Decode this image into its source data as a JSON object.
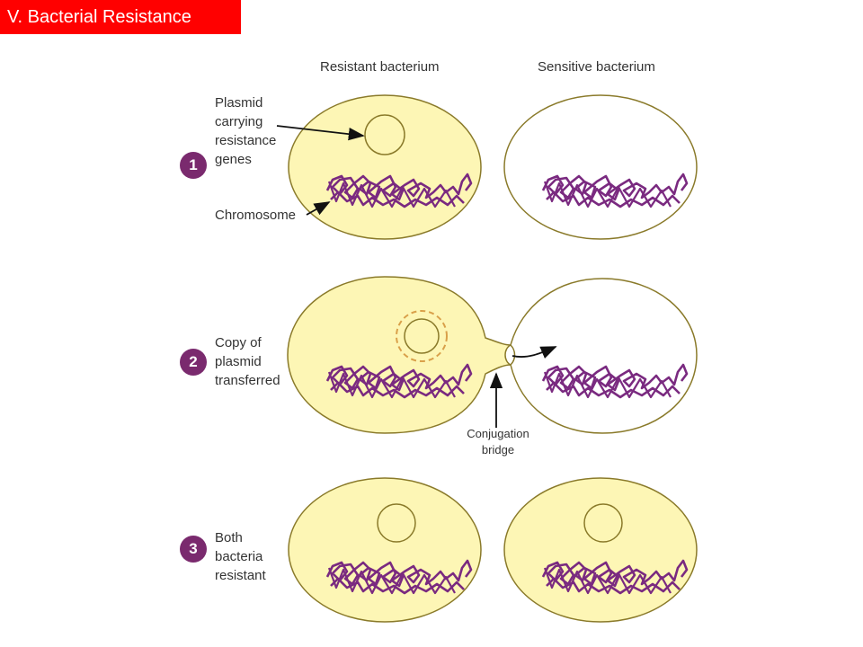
{
  "title": "V. Bacterial Resistance",
  "columns": {
    "resistant": "Resistant bacterium",
    "sensitive": "Sensitive bacterium"
  },
  "steps": [
    {
      "number": "1",
      "labels": [
        "Plasmid",
        "carrying",
        "resistance",
        "genes"
      ],
      "chromosome_label": "Chromosome"
    },
    {
      "number": "2",
      "labels": [
        "Copy of",
        "plasmid",
        "transferred"
      ],
      "bridge_label": [
        "Conjugation",
        "bridge"
      ]
    },
    {
      "number": "3",
      "labels": [
        "Both",
        "bacteria",
        "resistant"
      ]
    }
  ],
  "colors": {
    "cell_fill": "#fdf6b5",
    "cell_stroke": "#8a7a2a",
    "chromosome": "#7a2a80",
    "plasmid_dash": "#d9a04a",
    "badge": "#7a2a6e",
    "title_bg": "#ff0000"
  }
}
